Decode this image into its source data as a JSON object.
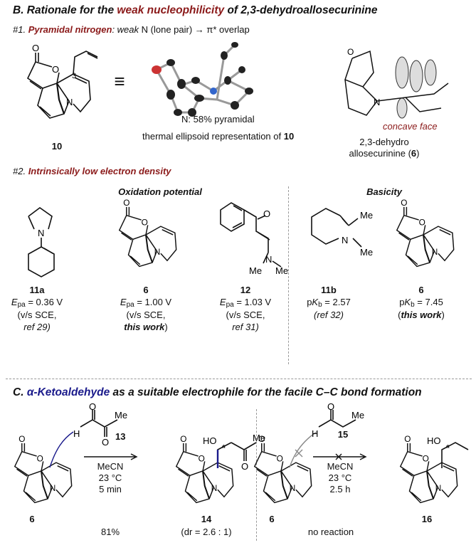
{
  "sectionB": {
    "prefix": "B. Rationale for the ",
    "highlight": "weak nucleophilicity",
    "suffix": " of 2,3-dehydroallosecurinine",
    "point1": {
      "num": "#1. ",
      "title": "Pyramidal nitrogen",
      "rest_a": ": ",
      "weak": "weak",
      "rest_b": " N (lone pair) → π* overlap"
    },
    "compound10_label": "10",
    "locant": "3",
    "equiv_symbol": "≡",
    "pyramidal": "N: 58% pyramidal",
    "ellipsoid_caption": "thermal ellipsoid representation of ",
    "ellipsoid_caption_bold": "10",
    "concave_face": "concave face",
    "compound6_name_line1": "2,3-dehydro",
    "compound6_name_line2": "allosecurinine (",
    "compound6_name_num": "6",
    "compound6_name_end": ")",
    "point2": {
      "num": "#2. ",
      "title": "Intrinsically low electron density"
    },
    "oxidation_header": "Oxidation potential",
    "basicity_header": "Basicity",
    "oxidation": [
      {
        "label": "11a",
        "value": "= 0.36 V",
        "line2": "(v/s SCE,",
        "ref": "ref 29",
        "ref_bold": false
      },
      {
        "label": "6",
        "value": "= 1.00 V",
        "line2": "(v/s SCE,",
        "ref": "this work",
        "ref_bold": true
      },
      {
        "label": "12",
        "value": "= 1.03 V",
        "line2": "(v/s SCE,",
        "ref": "ref 31",
        "ref_bold": false
      }
    ],
    "basicity": [
      {
        "label": "11b",
        "value": "= 2.57",
        "ref": "ref 32",
        "ref_bold": false
      },
      {
        "label": "6",
        "value": "= 7.45",
        "ref": "this work",
        "ref_bold": true
      }
    ],
    "epa_E": "E",
    "epa_sub": "pa",
    "pk_p": "p",
    "pk_K": "K",
    "pk_sub": "b",
    "atoms": {
      "O": "O",
      "N": "N",
      "Me": "Me"
    }
  },
  "sectionC": {
    "prefix": "C. ",
    "highlight": "α-Ketoaldehyde",
    "suffix": " as a suitable electrophile for the facile C–C bond formation",
    "reaction1": {
      "sm": "6",
      "reagent": "13",
      "conditions": [
        "MeCN",
        "23 °C",
        "5 min"
      ],
      "product": "14",
      "yield": "81%",
      "dr": "(dr = 2.6 : 1)"
    },
    "reaction2": {
      "sm": "6",
      "reagent": "15",
      "conditions": [
        "MeCN",
        "23 °C",
        "2.5 h"
      ],
      "product": "16",
      "result": "no reaction"
    },
    "atoms": {
      "O": "O",
      "H": "H",
      "Me": "Me",
      "HO": "HO",
      "star": "*"
    }
  },
  "colors": {
    "red": "#8b1a1a",
    "blue": "#1a1a8b"
  }
}
